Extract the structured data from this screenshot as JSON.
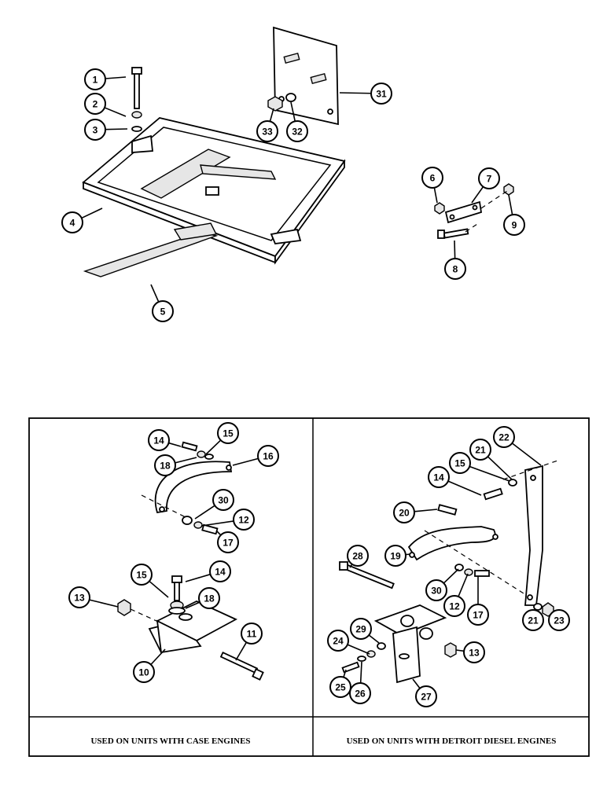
{
  "callouts_top": [
    "1",
    "2",
    "3",
    "4",
    "5",
    "31",
    "32",
    "33",
    "6",
    "7",
    "8",
    "9"
  ],
  "callouts_left": [
    "14",
    "15",
    "18",
    "16",
    "30",
    "12",
    "17",
    "15",
    "14",
    "18",
    "13",
    "11",
    "10"
  ],
  "callouts_right": [
    "22",
    "21",
    "15",
    "14",
    "20",
    "19",
    "28",
    "30",
    "12",
    "17",
    "21",
    "23",
    "29",
    "24",
    "13",
    "25",
    "26",
    "27"
  ],
  "captions": {
    "left": "USED ON UNITS WITH CASE ENGINES",
    "right": "USED ON UNITS WITH DETROIT DIESEL ENGINES"
  }
}
